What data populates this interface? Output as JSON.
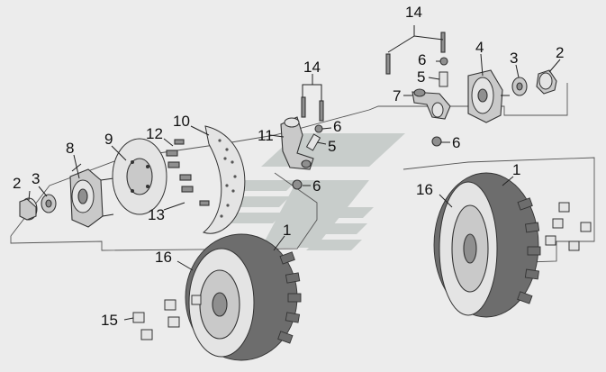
{
  "callouts": {
    "c1_top_right": "1",
    "c1_center": "1",
    "c2_left": "2",
    "c2_right": "2",
    "c3_left": "3",
    "c3_right": "3",
    "c4": "4",
    "c5_center": "5",
    "c5_right": "5",
    "c6_center_top": "6",
    "c6_center_bottom": "6",
    "c6_right_top": "6",
    "c6_right_bottom": "6",
    "c7": "7",
    "c8": "8",
    "c9": "9",
    "c10": "10",
    "c11": "11",
    "c12": "12",
    "c13": "13",
    "c14_center": "14",
    "c14_right": "14",
    "c15": "15",
    "c16_left": "16",
    "c16_right": "16"
  },
  "colors": {
    "background": "#ececec",
    "part": "#c9c9c9",
    "watermark": "#c2c8c6"
  }
}
